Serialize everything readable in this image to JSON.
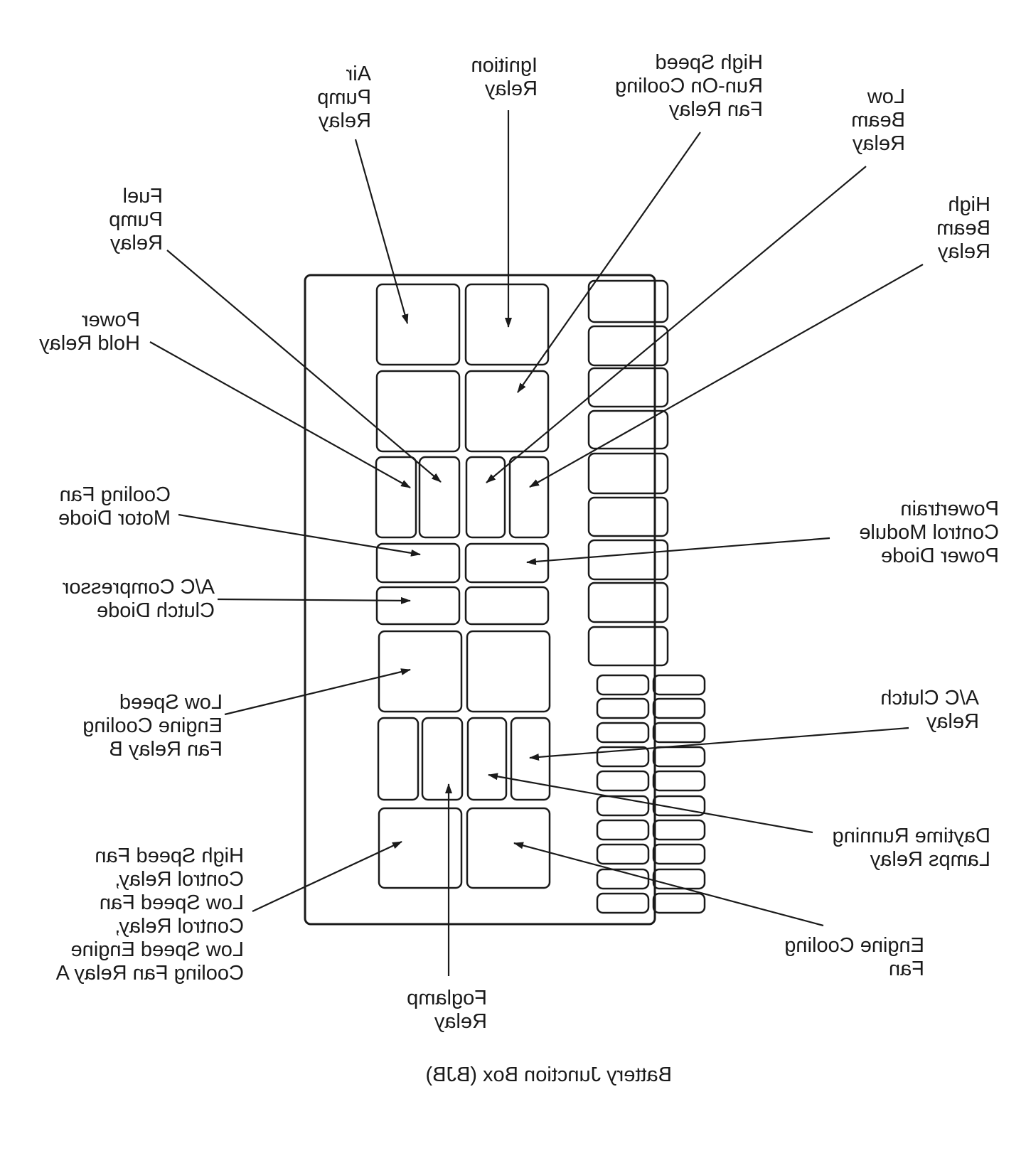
{
  "caption": "Battery Junction Box (BJB)",
  "labels": {
    "air_pump_relay": "Air\nPump\nRelay",
    "ignition_relay": "Ignition\nRelay",
    "high_speed_runon_cooling_fan_relay": "High Speed\nRun-On Cooling\nFan Relay",
    "low_beam_relay": "Low\nBeam\nRelay",
    "high_beam_relay": "High\nBeam\nRelay",
    "fuel_pump_relay": "Fuel\nPump\nRelay",
    "power_hold_relay": "Power\nHold Relay",
    "cooling_fan_motor_diode": "Cooling Fan\nMotor Diode",
    "powertrain_control_module_power_diode": "Powertrain\nControl Module\nPower Diode",
    "ac_compressor_clutch_diode": "A/C Compressor\nClutch Diode",
    "low_speed_engine_cooling_fan_relay_b": "Low Speed\nEngine Cooling\nFan Relay B",
    "ac_clutch_relay": "A/C Clutch\nRelay",
    "daytime_running_lamps_relay": "Daytime Running\nLamps Relay",
    "high_speed_fan_control_relay_group": "High Speed Fan\nControl Relay,\nLow Speed Fan\nControl Relay,\nLow Speed Engine\nCooling Fan Relay A",
    "engine_cooling_fan": "Engine Cooling\nFan",
    "foglamp_relay": "Foglamp\nRelay"
  }
}
